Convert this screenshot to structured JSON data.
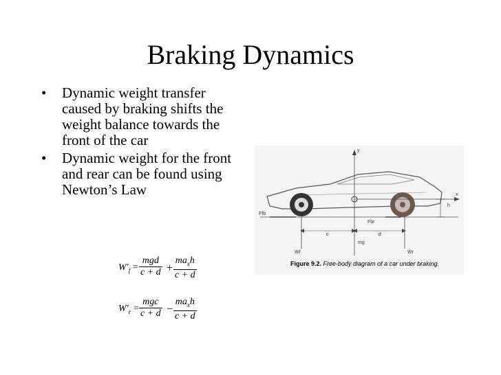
{
  "slide": {
    "title": "Braking Dynamics",
    "bullets": [
      "Dynamic weight transfer caused by braking shifts the weight balance towards the front of the car",
      "Dynamic weight for the front and rear can be found using Newton’s Law"
    ],
    "bullet_glyph": "•"
  },
  "equations": {
    "front": {
      "lhs_main": "W′",
      "lhs_sub": "f",
      "eq": "=",
      "frac1_num": "mgd",
      "frac1_den": "c + d",
      "op": "+",
      "frac2_num_a": "ma",
      "frac2_num_sub": "x",
      "frac2_num_b": "h",
      "frac2_den": "c + d"
    },
    "rear": {
      "lhs_main": "W′",
      "lhs_sub": "r",
      "eq": "=",
      "frac1_num": "mgc",
      "frac1_den": "c + d",
      "op": "−",
      "frac2_num_a": "ma",
      "frac2_num_sub": "x",
      "frac2_num_b": "h",
      "frac2_den": "c + d"
    }
  },
  "figure": {
    "caption_bold": "Figure 9.2.",
    "caption_italic": "Free-body diagram of a car under braking.",
    "labels": {
      "y": "y",
      "x": "x",
      "h": "h",
      "ffb": "Ffb",
      "fbr": "Fbr",
      "c": "c",
      "d": "d",
      "mg": "mg",
      "wf": "Wf",
      "wr": "Wr"
    }
  }
}
